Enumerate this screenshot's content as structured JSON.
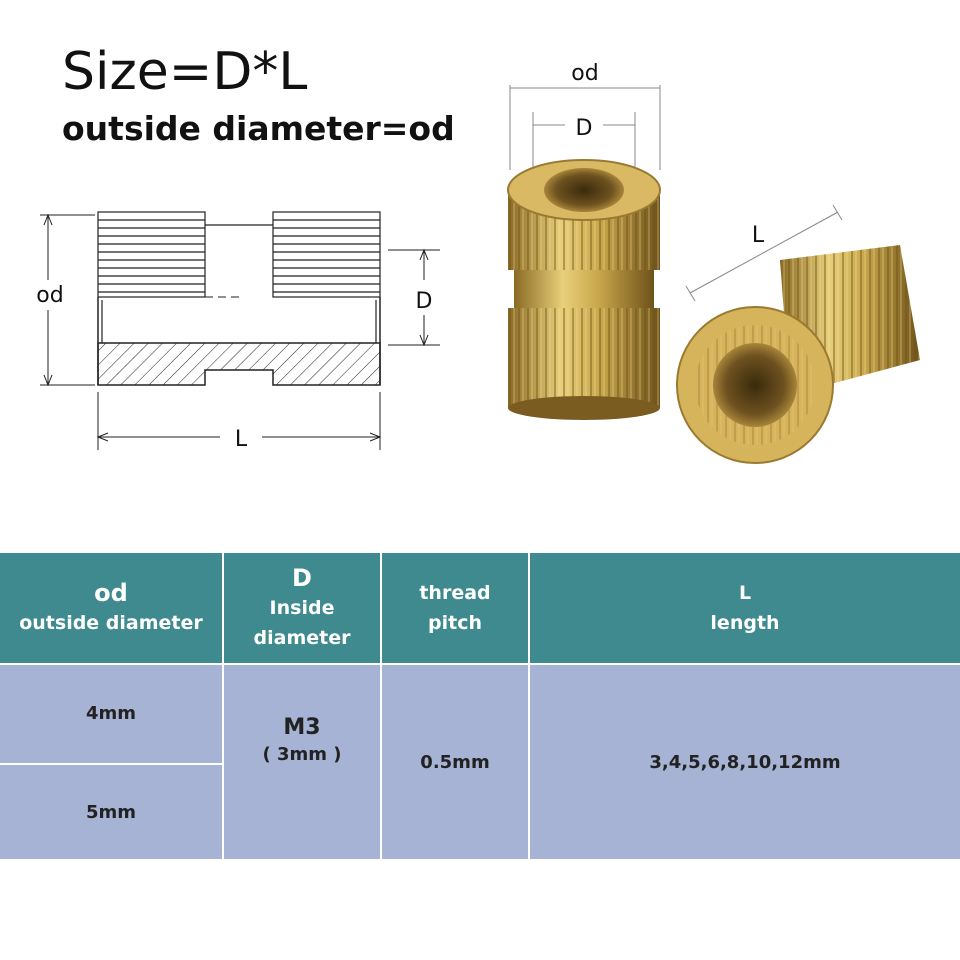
{
  "heading": {
    "title": "Size=D*L",
    "subtitle": "outside diameter=od"
  },
  "diagram": {
    "label_od": "od",
    "label_d": "D",
    "label_l": "L"
  },
  "photo": {
    "label_od": "od",
    "label_d": "D",
    "label_l": "L"
  },
  "table": {
    "headers": [
      {
        "big": "od",
        "small": "outside diameter"
      },
      {
        "big": "D",
        "small1": "Inside",
        "small2": "diameter"
      },
      {
        "small1": "thread",
        "small2": "pitch"
      },
      {
        "big": "L",
        "small": "length"
      }
    ],
    "od_values": [
      "4mm",
      "5mm"
    ],
    "d_value": "M3",
    "d_sub": "( 3mm )",
    "pitch": "0.5mm",
    "lengths": "3,4,5,6,8,10,12mm"
  },
  "colors": {
    "header_bg": "#3e8a8e",
    "body_bg": "#a7b3d4",
    "brass": "#c9a84c"
  }
}
